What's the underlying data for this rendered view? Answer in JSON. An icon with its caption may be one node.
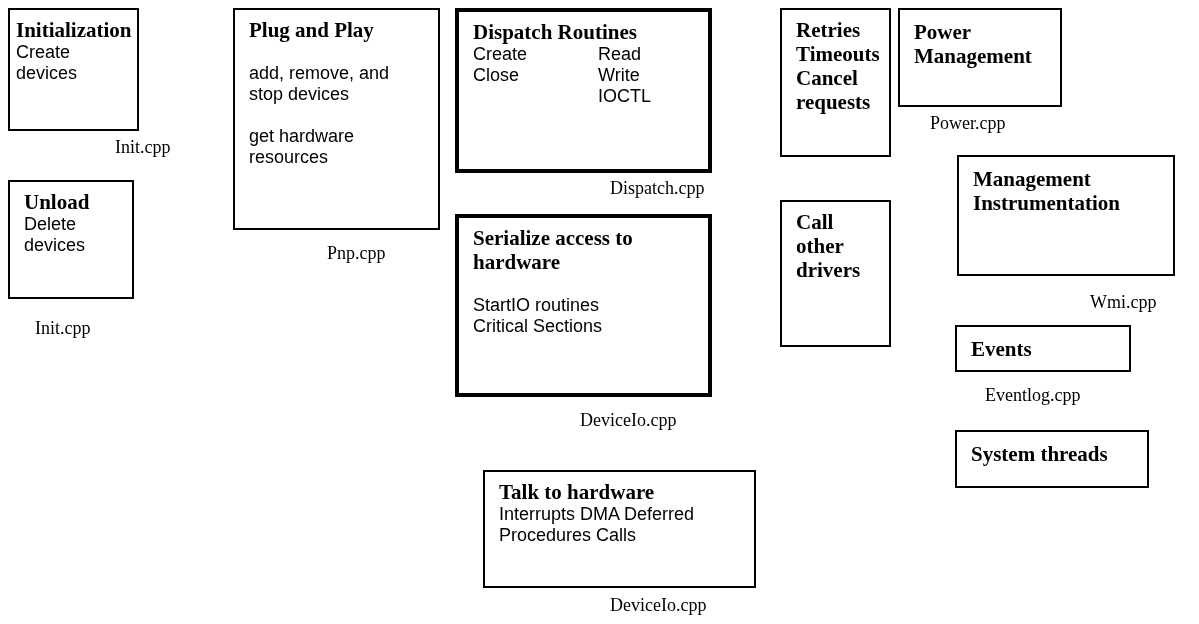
{
  "diagram": {
    "nodes": [
      {
        "text": [
          "Initialization",
          "Create devices"
        ],
        "beside": [
          "Init.cpp"
        ]
      },
      {
        "text": [
          "Unload",
          "Delete devices"
        ],
        "beside": [
          "Init.cpp"
        ]
      },
      {
        "text": [
          "Plug and Play",
          "add, remove, and stop devices",
          "get hardware resources"
        ],
        "beside": [
          "Pnp.cpp"
        ]
      },
      {
        "text": [
          "Dispatch Routines",
          "Create",
          "Read",
          "Close",
          "Write",
          "IOCTL"
        ],
        "beside": [
          "Dispatch.cpp"
        ]
      },
      {
        "text": [
          "Retries Timeouts Cancel requests"
        ]
      },
      {
        "text": [
          "Power Management"
        ],
        "beside": [
          "Power.cpp"
        ]
      },
      {
        "text": [
          "Serialize access to hardware",
          "StartIO routines Critical Sections"
        ],
        "beside": [
          "DeviceIo.cpp"
        ]
      },
      {
        "text": [
          "Call other drivers"
        ]
      },
      {
        "text": [
          "Management Instrumentation"
        ],
        "beside": [
          "Wmi.cpp"
        ]
      },
      {
        "text": [
          "Events"
        ],
        "beside": [
          "Eventlog.cpp"
        ]
      },
      {
        "text": [
          "Talk to hardware",
          "Interrupts DMA Deferred Procedures Calls"
        ],
        "beside": [
          "DeviceIo.cpp"
        ]
      },
      {
        "text": [
          "System threads"
        ]
      }
    ]
  }
}
